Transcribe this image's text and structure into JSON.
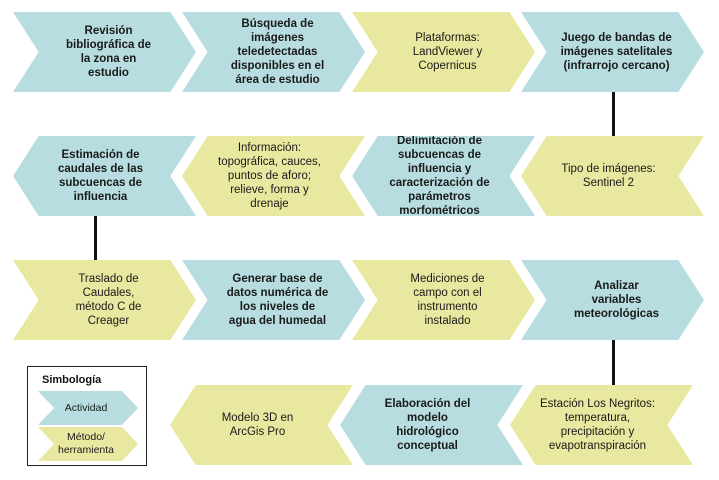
{
  "colors": {
    "actividad": "#b7dde0",
    "metodo": "#e8e8a0",
    "connector": "#111111"
  },
  "rows": [
    [
      {
        "text": "Revisión\nbibliográfica de\nla zona en\nestudio",
        "kind": "actividad",
        "dir": "right"
      },
      {
        "text": "Búsqueda de\nimágenes\nteledetectadas\ndisponibles en el\nárea de estudio",
        "kind": "actividad",
        "dir": "right"
      },
      {
        "text": "Plataformas:\nLandViewer y\nCopernicus",
        "kind": "metodo",
        "dir": "right"
      },
      {
        "text": "Juego de bandas de\nimágenes satelitales\n(infrarrojo cercano)",
        "kind": "actividad",
        "dir": "right"
      }
    ],
    [
      {
        "text": "Estimación de\ncaudales de las\nsubcuencas de\ninfluencia",
        "kind": "actividad",
        "dir": "left"
      },
      {
        "text": "Información:\ntopográfica, cauces,\npuntos de aforo;\nrelieve, forma y\ndrenaje",
        "kind": "metodo",
        "dir": "left"
      },
      {
        "text": "Delimitación de\nsubcuencas de\ninfluencia y\ncaracterización de\nparámetros\nmorfométricos",
        "kind": "actividad",
        "dir": "left"
      },
      {
        "text": "Tipo de imágenes:\nSentinel 2",
        "kind": "metodo",
        "dir": "left"
      }
    ],
    [
      {
        "text": "Traslado de\nCaudales,\nmétodo C de\nCreager",
        "kind": "metodo",
        "dir": "right"
      },
      {
        "text": "Generar base de\ndatos numérica de\nlos niveles de\nagua del humedal",
        "kind": "actividad",
        "dir": "right"
      },
      {
        "text": "Mediciones de\ncampo con el\ninstrumento\ninstalado",
        "kind": "metodo",
        "dir": "right"
      },
      {
        "text": "Analizar\nvariables\nmeteorológicas",
        "kind": "actividad",
        "dir": "right"
      }
    ],
    [
      {
        "text": "Modelo 3D en\nArcGis Pro",
        "kind": "metodo",
        "dir": "left"
      },
      {
        "text": "Elaboración del\nmodelo\nhidrológico\nconceptual",
        "kind": "actividad",
        "dir": "left"
      },
      {
        "text": "Estación Los Negritos:\ntemperatura,\nprecipitación y\nevapotranspiración",
        "kind": "metodo",
        "dir": "left"
      }
    ]
  ],
  "legend": {
    "title": "Simbología",
    "actividad_label": "Actividad",
    "metodo_label": "Método/\nherramienta"
  }
}
